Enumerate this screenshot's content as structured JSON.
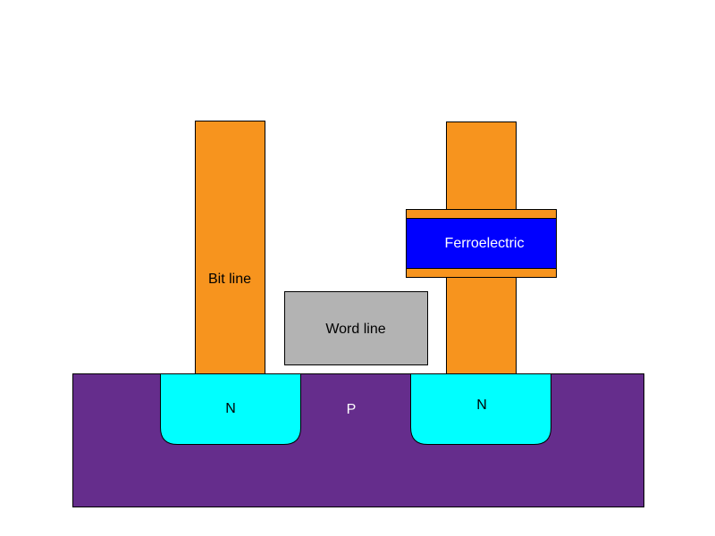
{
  "diagram": {
    "labels": {
      "bit_line": "Bit line",
      "word_line": "Word line",
      "ferroelectric": "Ferroelectric",
      "source_n": "N",
      "drain_n": "N",
      "substrate_p": "P"
    },
    "colors": {
      "background": "#ffffff",
      "substrate": "#652d8c",
      "n_region": "#00ffff",
      "metal": "#f7941e",
      "word_line": "#b3b3b3",
      "ferroelectric": "#0000ff",
      "outline": "#000000",
      "text_dark": "#000000",
      "text_light": "#ffffff"
    }
  }
}
